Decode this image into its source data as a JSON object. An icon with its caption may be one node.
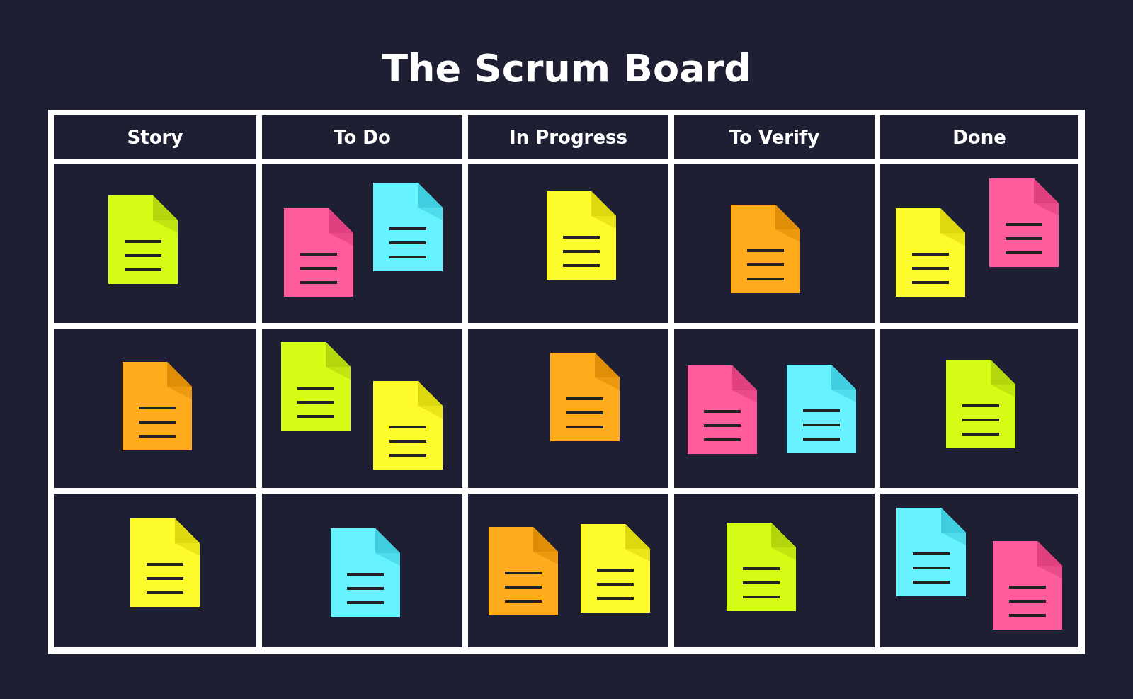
{
  "diagram": {
    "title": "The Scrum Board",
    "labels": [
      "Story",
      "To Do",
      "In Progress",
      "To Verify",
      "Done"
    ]
  }
}
